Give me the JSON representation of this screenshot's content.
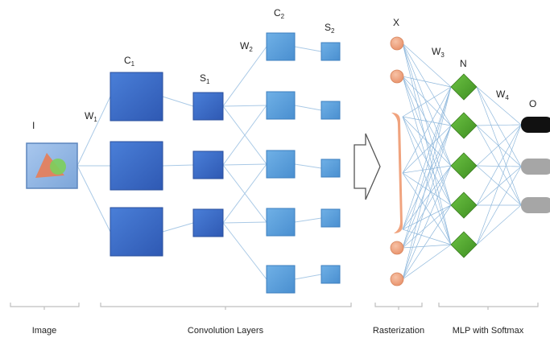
{
  "layers": {
    "image": {
      "label": "I"
    },
    "c1": {
      "label": "C",
      "sub": "1"
    },
    "s1": {
      "label": "S",
      "sub": "1"
    },
    "c2": {
      "label": "C",
      "sub": "2"
    },
    "s2": {
      "label": "S",
      "sub": "2"
    },
    "x": {
      "label": "X"
    },
    "n": {
      "label": "N"
    },
    "o": {
      "label": "O"
    }
  },
  "weights": {
    "w1": {
      "label": "W",
      "sub": "1"
    },
    "w2": {
      "label": "W",
      "sub": "2"
    },
    "w3": {
      "label": "W",
      "sub": "3"
    },
    "w4": {
      "label": "W",
      "sub": "4"
    }
  },
  "groups": {
    "image": "Image",
    "convolution": "Convolution Layers",
    "rasterization": "Rasterization",
    "mlp": "MLP with Softmax"
  },
  "colors": {
    "conv_dark": "#3a66c4",
    "conv_light": "#5b9bd5",
    "conv_mid": "#4a7fd0",
    "raster_node": "#f0a37e",
    "mlp_node": "#5aa832",
    "line": "#9cc2e0",
    "output_dark": "#111111",
    "output_gray": "#a6a6a6",
    "bracket": "#bfbfbf"
  }
}
